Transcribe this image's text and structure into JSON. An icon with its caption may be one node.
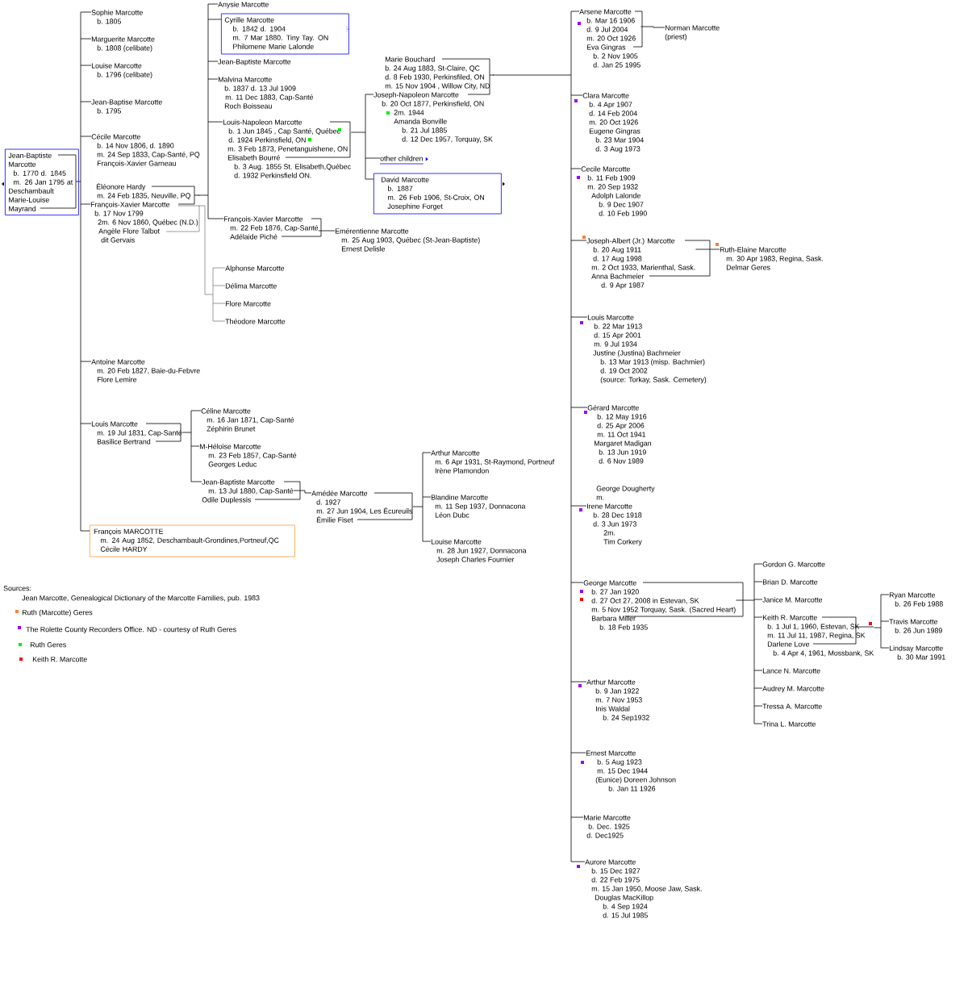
{
  "diagram": {
    "nodes": [
      {
        "text": [
          "Jean-Baptiste Marcotte",
          "b. 1770  d. 1845",
          "m. 26 Jan 1795 at Deschambault",
          "Marie-Louise Mayrand"
        ]
      },
      {
        "text": [
          "Sophie Marcotte",
          "b. 1805"
        ]
      },
      {
        "text": [
          "Marguerite Marcotte",
          "b. 1808  (celibate)"
        ]
      },
      {
        "text": [
          "Louise Marcotte",
          "b. 1796 (celibate)"
        ]
      },
      {
        "text": [
          "Jean-Baptise Marcotte",
          "b. 1795"
        ]
      },
      {
        "text": [
          "Cécile Marcotte",
          "b. 14 Nov 1806,  d. 1890",
          "m. 24 Sep 1833, Cap-Santé, PQ",
          "François-Xavier Garneau"
        ]
      },
      {
        "text": [
          "Éléonore Hardy",
          "m. 24 Feb 1835, Neuville, PQ",
          "François-Xavier Marcotte",
          "b. 17 Nov 1799",
          "2m. 6 Nov 1860, Québec (N.D.)",
          "Angèle Flore Talbot",
          "dit Gervais"
        ]
      },
      {
        "text": [
          "Antoine Marcotte",
          "m. 20 Feb 1827, Baie-du-Febvre",
          "Flore Lemire"
        ]
      },
      {
        "text": [
          "Louis Marcotte",
          "m. 19 Jul 1831, Cap-Santé",
          "Basilice Bertrand"
        ]
      },
      {
        "text": [
          "François MARCOTTE",
          "m.  24 Aug 1852, Deschambault-Grondines,Portneuf,QC",
          "Cécile HARDY"
        ]
      },
      {
        "text": [
          "Anysie Marcotte"
        ]
      },
      {
        "text": [
          "Cyrille Marcotte",
          "b. 1842   d. 1904",
          "m. 7 Mar 1880. Tiny Tay. ON",
          "Philomene Marie Lalonde"
        ]
      },
      {
        "text": [
          "Jean-Baptiste Marcotte"
        ]
      },
      {
        "text": [
          "Malvina Marcotte",
          "b. 1837    d. 13 Jul 1909",
          "m. 11 Dec 1883, Cap-Santé",
          "Roch Boisseau"
        ]
      },
      {
        "text": [
          "Louis-Napoleon Marcotte",
          "b. 1 Jun 1845 , Cap Santé, Québec",
          "d. 1924 Perkinsfield, ON",
          "m. 3 Feb 1873, Penetanguishene, ON",
          "Elisabeth Bourré",
          "b.  3 Aug. 1855 St. Elisabeth,Québec",
          "d. 1932 Perkinsfield ON."
        ]
      },
      {
        "text": [
          "François-Xavier Marcotte",
          "m. 22 Feb 1876, Cap-Santé",
          "Adélaide Piché"
        ]
      },
      {
        "text": [
          "Alphonse Marcotte"
        ]
      },
      {
        "text": [
          "Délima Marcotte"
        ]
      },
      {
        "text": [
          "Flore Marcotte"
        ]
      },
      {
        "text": [
          "Théodore Marcotte"
        ]
      },
      {
        "text": [
          "Marie Bouchard",
          "b. 24 Aug 1883, St-Claire, QC",
          "d. 8 Feb 1930, Perkinsfiled, ON",
          "m. 15 Nov 1904 , Willow City, ND",
          "Joseph-Napoleon Marcotte",
          "b. 20 Oct 1877, Perkinsfield, ON",
          "2m. 1944",
          "Amanda Bonville",
          "b. 21 Jul 1885",
          "d. 12 Dec 1957, Torquay, SK"
        ]
      },
      {
        "text": [
          "other children"
        ]
      },
      {
        "text": [
          "David Marcotte",
          "b. 1887",
          "m. 26 Feb 1906, St-Croix, ON",
          "Josephine Forget"
        ]
      },
      {
        "text": [
          "Emérentienne Marcotte",
          "m. 25 Aug 1903, Québec (St-Jean-Baptiste)",
          "Ernest Delisle"
        ]
      },
      {
        "text": [
          "Céline Marcotte",
          "m. 16 Jan 1871, Cap-Santé",
          "Zéphirin Brunet"
        ]
      },
      {
        "text": [
          "M-Héloise Marcotte",
          "m.  23 Feb 1857, Cap-Santé",
          "Georges Leduc"
        ]
      },
      {
        "text": [
          "Jean-Baptiste Marcotte",
          "m. 13 Jul 1880, Cap-Santé",
          "Odile Duplessis"
        ]
      },
      {
        "text": [
          "Amédée Marcotte",
          "d. 1927",
          "m. 27 Jun 1904, Les Écureuils",
          "Émilie Fiset"
        ]
      },
      {
        "text": [
          "Arthur Marcotte",
          "m. 6 Apr 1931, St-Raymond, Portneuf",
          "Irène Plamondon"
        ]
      },
      {
        "text": [
          "Blandine Marcotte",
          "m. 11 Sep 1937, Donnacona",
          "Léon Dubc"
        ]
      },
      {
        "text": [
          "Louise Marcotte",
          "m. 28 Jun 1927, Donnacona",
          "Joseph Charles Fournier"
        ]
      },
      {
        "text": [
          "Arsene Marcotte",
          "b. Mar 16 1906",
          "d. 9 Jul 2004",
          "m.  20 Oct 1926",
          "Eva  Gingras",
          "b. 2 Nov 1905",
          "d. Jan 25 1995"
        ]
      },
      {
        "text": [
          "Norman Marcotte",
          "(priest)"
        ]
      },
      {
        "text": [
          "Clara Marcotte",
          "b. 4 Apr 1907",
          "d. 14 Feb 2004",
          "m. 20 Oct 1926",
          "Eugene Gingras",
          "b. 23 Mar 1904",
          "d. 3 Aug 1973"
        ]
      },
      {
        "text": [
          "Cecile Marcotte",
          "b. 11 Feb 1909",
          "m. 20 Sep 1932",
          "Adolph Lalonde",
          "b. 9 Dec 1907",
          "d. 10 Feb 1990"
        ]
      },
      {
        "text": [
          "Joseph-Albert (Jr.) Marcotte",
          "b. 20 Aug 1911",
          "d. 17 Aug 1998",
          "m. 2 Oct 1933, Marienthal, Sask.",
          "Anna Bachmeier",
          "d. 9 Apr 1987"
        ]
      },
      {
        "text": [
          "Ruth-Elaine Marcotte",
          "m. 30 Apr 1983, Regina, Sask.",
          "Delmar Geres"
        ]
      },
      {
        "text": [
          "Louis Marcotte",
          "b. 22 Mar 1913",
          "d. 15 Apr 2001",
          "m. 9 Jul 1934",
          "Justine (Justina) Bachmeier",
          "b. 13 Mar 1913   (misp. Bachmier)",
          "d. 19 Oct 2002",
          "(source: Torkay, Sask. Cemetery)"
        ]
      },
      {
        "text": [
          "Gérard Marcotte",
          "b. 12 May 1916",
          "d.  25 Apr 2006",
          "m. 11 Oct 1941",
          "Margaret Madigan",
          "b. 13 Jun 1919",
          "d. 6 Nov 1989"
        ]
      },
      {
        "text": [
          "George Dougherty",
          "m.",
          "Irene Marcotte",
          "b. 28 Dec 1918",
          "d. 3 Jun 1973",
          "2m.",
          "Tim Corkery"
        ]
      },
      {
        "text": [
          "George Marcotte",
          "b. 27 Jan 1920",
          "d. 27 Oct 27, 2008 in Estevan, SK",
          "m. 5 Nov 1952  Torquay, Sask. (Sacred Heart)",
          "Barbara Miller",
          "b. 18 Feb 1935"
        ]
      },
      {
        "text": [
          "Gordon G. Marcotte"
        ]
      },
      {
        "text": [
          "Brian D. Marcotte"
        ]
      },
      {
        "text": [
          "Janice M. Marcotte"
        ]
      },
      {
        "text": [
          "Keith R. Marcotte",
          "b. 1 Jul 1, 1960, Estevan, SK",
          "m. 11 Jul 11, 1987, Regina, SK",
          "Darlene Love",
          "b. 4 Apr 4, 1961, Mossbank, SK"
        ]
      },
      {
        "text": [
          "Lance N. Marcotte"
        ]
      },
      {
        "text": [
          "Audrey M. Marcotte"
        ]
      },
      {
        "text": [
          "Tressa A. Marcotte"
        ]
      },
      {
        "text": [
          "Trina L. Marcotte"
        ]
      },
      {
        "text": [
          "Ryan Marcotte",
          "b. 26 Feb 1988"
        ]
      },
      {
        "text": [
          "Travis Marcotte",
          "b. 26 Jun 1989"
        ]
      },
      {
        "text": [
          "Lindsay Marcotte",
          "b. 30 Mar 1991"
        ]
      },
      {
        "text": [
          "Arthur Marcotte",
          "b. 9 Jan 1922",
          "m. 7 Nov 1953",
          "Inis Waldal",
          "b. 24 Sep1932"
        ]
      },
      {
        "text": [
          "Ernest Marcotte",
          "b. 5 Aug 1923",
          "m. 15 Dec 1944",
          "(Eunice) Doreen Johnson",
          "b. Jan 11 1926"
        ]
      },
      {
        "text": [
          "Marie Marcotte",
          "b. Dec. 1925",
          "d. Dec1925"
        ]
      },
      {
        "text": [
          "Aurore Marcotte",
          "b. 15 Dec 1927",
          "d.  22 Feb 1975",
          "m. 15 Jan 1950, Moose Jaw, Sask.",
          "Douglas MacKillop",
          "b. 4 Sep 1924",
          "d. 15 Jul 1985"
        ]
      }
    ],
    "edges": [
      {
        "from": 0,
        "to": 1,
        "arrow": "none"
      },
      {
        "from": 0,
        "to": 2,
        "arrow": "none"
      },
      {
        "from": 0,
        "to": 3,
        "arrow": "none"
      },
      {
        "from": 0,
        "to": 4,
        "arrow": "none"
      },
      {
        "from": 0,
        "to": 5,
        "arrow": "none"
      },
      {
        "from": 0,
        "to": 6,
        "arrow": "none"
      },
      {
        "from": 0,
        "to": 7,
        "arrow": "none"
      },
      {
        "from": 0,
        "to": 8,
        "arrow": "none"
      },
      {
        "from": 0,
        "to": 9,
        "arrow": "none"
      },
      {
        "from": 6,
        "to": 10,
        "arrow": "none"
      },
      {
        "from": 6,
        "to": 11,
        "arrow": "none"
      },
      {
        "from": 6,
        "to": 12,
        "arrow": "none"
      },
      {
        "from": 6,
        "to": 13,
        "arrow": "none"
      },
      {
        "from": 6,
        "to": 14,
        "arrow": "none"
      },
      {
        "from": 6,
        "to": 15,
        "arrow": "none"
      },
      {
        "from": 6,
        "to": 16,
        "arrow": "none",
        "color": "#808080"
      },
      {
        "from": 6,
        "to": 17,
        "arrow": "none",
        "color": "#808080"
      },
      {
        "from": 6,
        "to": 18,
        "arrow": "none",
        "color": "#808080"
      },
      {
        "from": 6,
        "to": 19,
        "arrow": "none",
        "color": "#808080"
      },
      {
        "from": 14,
        "to": 20,
        "arrow": "none"
      },
      {
        "from": 14,
        "to": 21,
        "arrow": "none"
      },
      {
        "from": 14,
        "to": 22,
        "arrow": "none"
      },
      {
        "from": 15,
        "to": 23,
        "arrow": "none"
      },
      {
        "from": 8,
        "to": 24,
        "arrow": "none"
      },
      {
        "from": 8,
        "to": 25,
        "arrow": "none"
      },
      {
        "from": 8,
        "to": 26,
        "arrow": "none"
      },
      {
        "from": 26,
        "to": 27,
        "arrow": "none"
      },
      {
        "from": 27,
        "to": 28,
        "arrow": "none"
      },
      {
        "from": 27,
        "to": 29,
        "arrow": "none"
      },
      {
        "from": 27,
        "to": 30,
        "arrow": "none"
      },
      {
        "from": 20,
        "to": 31,
        "arrow": "none"
      },
      {
        "from": 20,
        "to": 33,
        "arrow": "none"
      },
      {
        "from": 20,
        "to": 34,
        "arrow": "none"
      },
      {
        "from": 20,
        "to": 35,
        "arrow": "none"
      },
      {
        "from": 20,
        "to": 37,
        "arrow": "none"
      },
      {
        "from": 20,
        "to": 38,
        "arrow": "none"
      },
      {
        "from": 20,
        "to": 39,
        "arrow": "none"
      },
      {
        "from": 20,
        "to": 40,
        "arrow": "none"
      },
      {
        "from": 20,
        "to": 52,
        "arrow": "none"
      },
      {
        "from": 20,
        "to": 53,
        "arrow": "none"
      },
      {
        "from": 20,
        "to": 54,
        "arrow": "none"
      },
      {
        "from": 20,
        "to": 55,
        "arrow": "none"
      },
      {
        "from": 31,
        "to": 32,
        "arrow": "none"
      },
      {
        "from": 35,
        "to": 36,
        "arrow": "none"
      },
      {
        "from": 40,
        "to": 41,
        "arrow": "none"
      },
      {
        "from": 40,
        "to": 42,
        "arrow": "none"
      },
      {
        "from": 40,
        "to": 43,
        "arrow": "none"
      },
      {
        "from": 40,
        "to": 44,
        "arrow": "none"
      },
      {
        "from": 40,
        "to": 45,
        "arrow": "none"
      },
      {
        "from": 40,
        "to": 46,
        "arrow": "none"
      },
      {
        "from": 40,
        "to": 47,
        "arrow": "none"
      },
      {
        "from": 40,
        "to": 48,
        "arrow": "none"
      },
      {
        "from": 44,
        "to": 49,
        "arrow": "none"
      },
      {
        "from": 44,
        "to": 50,
        "arrow": "none"
      },
      {
        "from": 44,
        "to": 51,
        "arrow": "none"
      }
    ],
    "labels": [
      "Sources:",
      "Jean Marcotte, Genealogical Dictionary of the Marcotte Families, pub. 1983"
    ],
    "legend": [
      {
        "text": "Ruth (Marcotte) Geres",
        "color": "#f58040"
      },
      {
        "text": "The Rolette County Recorders  Office. ND - courtesy of Ruth Geres",
        "color": "#9900ff"
      },
      {
        "text": "Ruth Geres",
        "color": "#00ee00"
      },
      {
        "text": "Keith R. Marcotte",
        "color": "#ff0000"
      }
    ]
  }
}
